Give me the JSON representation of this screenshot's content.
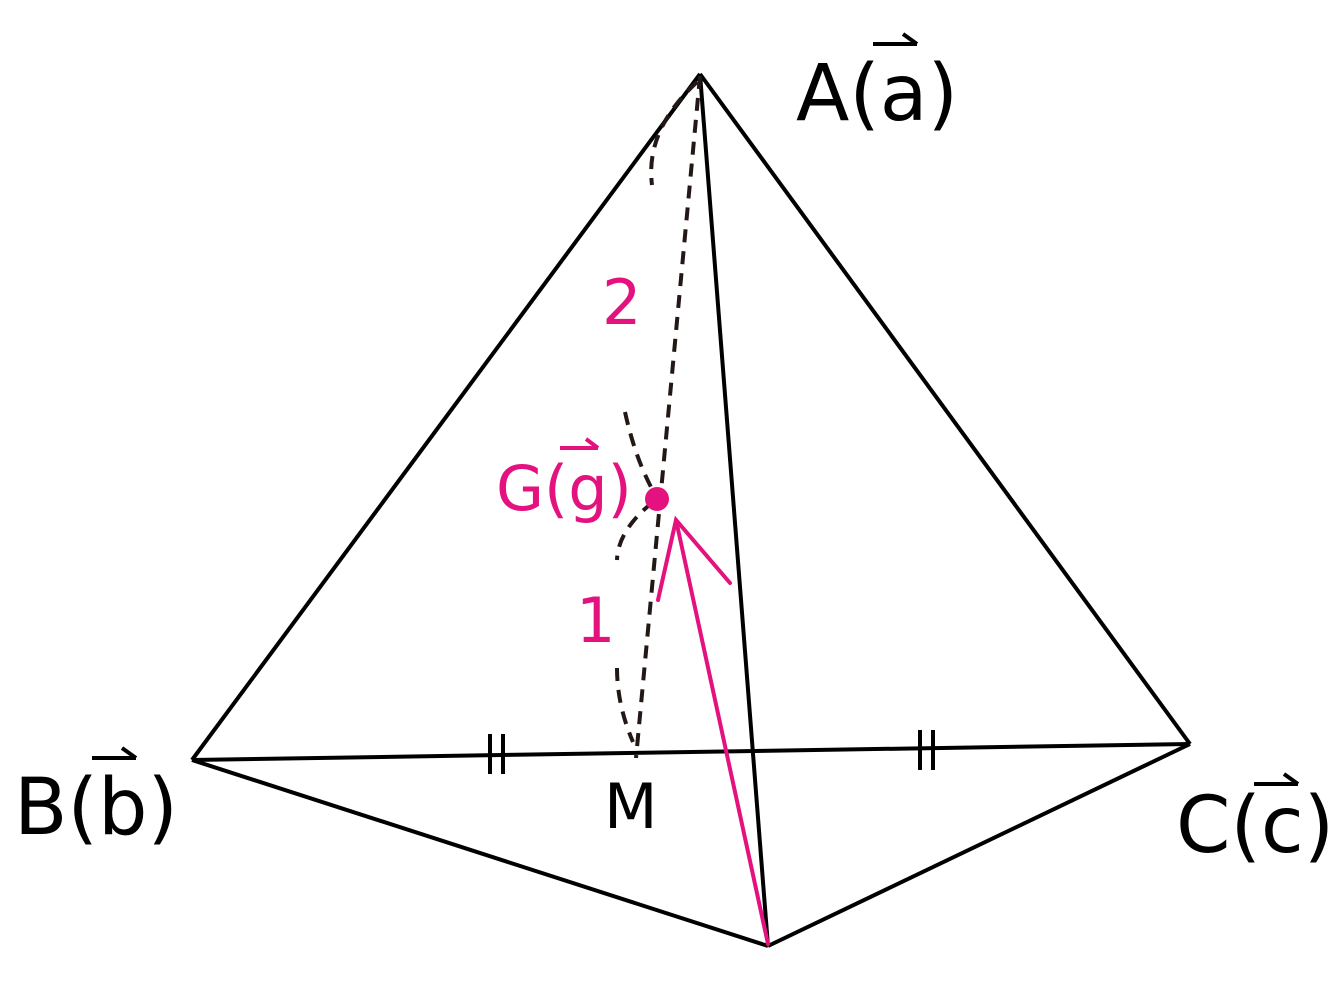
{
  "colors": {
    "line": "#000000",
    "accent": "#e4127e"
  },
  "vertices": {
    "A": {
      "letter": "A",
      "vector": "a"
    },
    "B": {
      "letter": "B",
      "vector": "b"
    },
    "C": {
      "letter": "C",
      "vector": "c"
    }
  },
  "centroid": {
    "letter": "G",
    "vector": "g"
  },
  "midpoint": {
    "letter": "M"
  },
  "ratio": {
    "upper": "2",
    "lower": "1"
  }
}
